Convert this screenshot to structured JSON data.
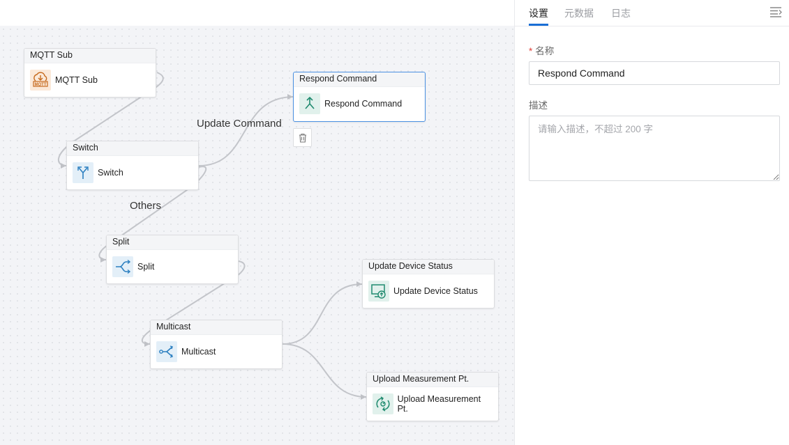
{
  "panel": {
    "tabs": [
      {
        "label": "设置",
        "active": true
      },
      {
        "label": "元数据",
        "active": false
      },
      {
        "label": "日志",
        "active": false
      }
    ],
    "menu_icon": "list-menu-icon",
    "name_label": "名称",
    "required_mark": "*",
    "name_value": "Respond Command",
    "description_label": "描述",
    "description_placeholder": "请输入描述，不超过 200 字",
    "description_value": ""
  },
  "flow": {
    "nodes": {
      "mqtt_sub": {
        "title": "MQTT Sub",
        "label": "MQTT Sub",
        "icon": "mqtt-cloud-icon"
      },
      "switch": {
        "title": "Switch",
        "label": "Switch",
        "icon": "switch-branch-icon"
      },
      "respond_command": {
        "title": "Respond Command",
        "label": "Respond Command",
        "icon": "respond-arrow-icon",
        "selected": true
      },
      "split": {
        "title": "Split",
        "label": "Split",
        "icon": "split-icon"
      },
      "multicast": {
        "title": "Multicast",
        "label": "Multicast",
        "icon": "multicast-icon"
      },
      "update_device_status": {
        "title": "Update Device Status",
        "label": "Update Device Status",
        "icon": "device-status-icon"
      },
      "upload_measurement": {
        "title": "Upload Measurement Pt.",
        "label": "Upload Measurement Pt.",
        "icon": "upload-measurement-icon"
      }
    },
    "edge_labels": {
      "update_command": "Update Command",
      "others": "Others"
    },
    "delete_icon": "trash-icon",
    "colors": {
      "accent": "#1a6fd6",
      "selected_border": "#4a90e2",
      "icon_teal": "#1f8a6e",
      "icon_blue": "#2b7fc0",
      "icon_orange": "#c66a1d"
    }
  }
}
